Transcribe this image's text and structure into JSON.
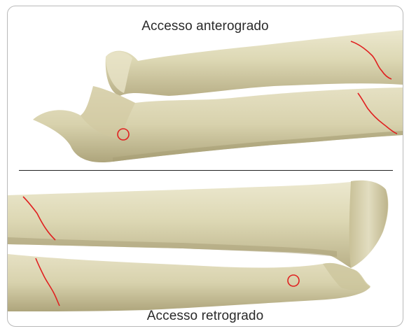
{
  "panels": {
    "top": {
      "title": "Accesso anterogrado",
      "entry_marker": "red-circle-entry-point",
      "fracture_lines": 2
    },
    "bottom": {
      "title": "Accesso retrogrado",
      "entry_marker": "red-circle-entry-point",
      "fracture_lines": 2
    }
  },
  "colors": {
    "bone": "#ddd8b4",
    "bone_shadow": "#b7ae85",
    "bone_highlight": "#ece8cf",
    "marker": "#e02020",
    "divider": "#222222",
    "border": "#b9b9b9"
  }
}
